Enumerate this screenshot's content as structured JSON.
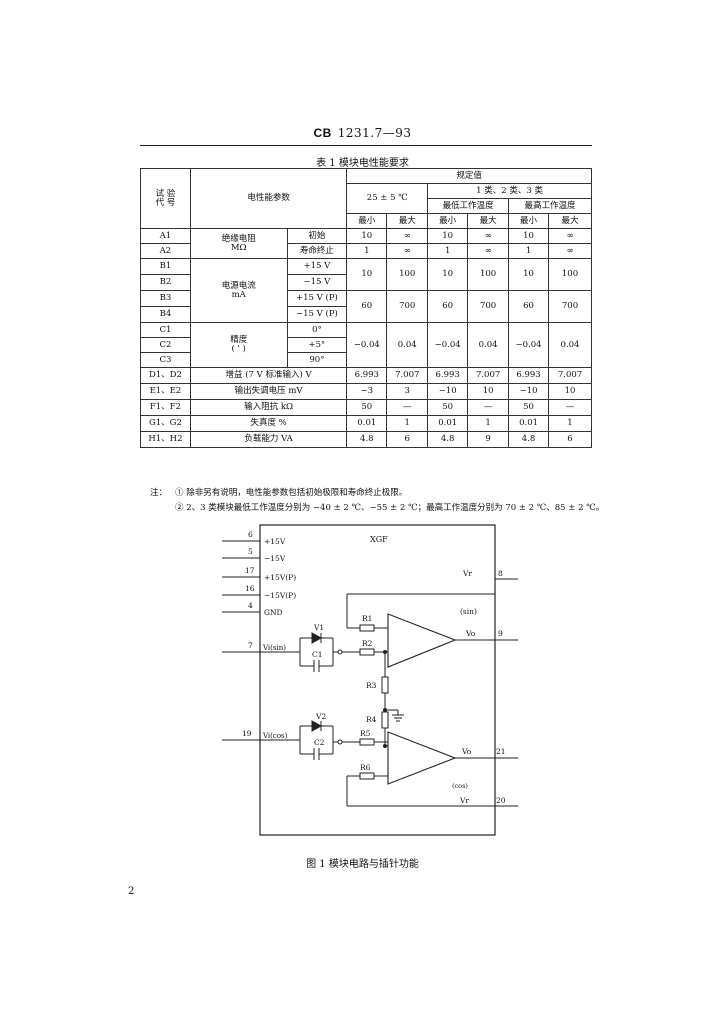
{
  "header": {
    "code": "CB",
    "number": "1231.7—93"
  },
  "table": {
    "title": "表 1   模块电性能要求",
    "head": {
      "code_label": "试 验\n代 号",
      "param_label": "电性能参数",
      "spec_label": "规定值",
      "temp_25": "25 ± 5 ℃",
      "class_label": "1 类、2 类、3 类",
      "min_temp": "最低工作温度",
      "max_temp": "最高工作温度",
      "min": "最小",
      "max": "最大"
    },
    "groups": {
      "insulation": "绝缘电阻\nMΩ",
      "current": "电源电流\nmA",
      "accuracy": "精度\n(  ' )"
    },
    "rows": [
      {
        "code": "A1",
        "sub": "初始",
        "vals": [
          "10",
          "∞",
          "10",
          "∞",
          "10",
          "∞"
        ]
      },
      {
        "code": "A2",
        "sub": "寿命终止",
        "vals": [
          "1",
          "∞",
          "1",
          "∞",
          "1",
          "∞"
        ]
      },
      {
        "code": "B1",
        "sub": "+15 V"
      },
      {
        "code": "B2",
        "sub": "−15 V"
      },
      {
        "code": "B3",
        "sub": "+15 V (P)"
      },
      {
        "code": "B4",
        "sub": "−15 V (P)"
      },
      {
        "code": "C1",
        "sub": "0°"
      },
      {
        "code": "C2",
        "sub": "+5°"
      },
      {
        "code": "C3",
        "sub": "90°"
      },
      {
        "code": "D1、D2",
        "param": "增益 (7 V 标准输入)   V",
        "vals": [
          "6.993",
          "7.007",
          "6.993",
          "7.007",
          "6.993",
          "7.007"
        ]
      },
      {
        "code": "E1、E2",
        "param": "输出失调电压   mV",
        "vals": [
          "−3",
          "3",
          "−10",
          "10",
          "−10",
          "10"
        ]
      },
      {
        "code": "F1、F2",
        "param": "输入阻抗   kΩ",
        "vals": [
          "50",
          "—",
          "50",
          "—",
          "50",
          "—"
        ]
      },
      {
        "code": "G1、G2",
        "param": "失真度   %",
        "vals": [
          "0.01",
          "1",
          "0.01",
          "1",
          "0.01",
          "1"
        ]
      },
      {
        "code": "H1、H2",
        "param": "负载能力   VA",
        "vals": [
          "4.8",
          "6",
          "4.8",
          "9",
          "4.8",
          "6"
        ]
      }
    ],
    "merged": {
      "b12": [
        "10",
        "100",
        "10",
        "100",
        "10",
        "100"
      ],
      "b34": [
        "60",
        "700",
        "60",
        "700",
        "60",
        "700"
      ],
      "c": [
        "−0.04",
        "0.04",
        "−0.04",
        "0.04",
        "−0.04",
        "0.04"
      ]
    }
  },
  "notes": {
    "label": "注：",
    "n1": "①  除非另有说明，电性能参数包括初始极限和寿命终止极限。",
    "n2": "②  2、3 类模块最低工作温度分别为 −40 ± 2 ℃、−55 ± 2 ℃；最高工作温度分别为 70 ± 2 ℃、85 ± 2 ℃。"
  },
  "circuit": {
    "module": "XGF",
    "pins_left": [
      {
        "num": "6",
        "label": "+15V"
      },
      {
        "num": "5",
        "label": "−15V"
      },
      {
        "num": "17",
        "label": "+15V(P)"
      },
      {
        "num": "16",
        "label": "−15V(P)"
      },
      {
        "num": "4",
        "label": "GND"
      },
      {
        "num": "7",
        "label": "Vi(sin)"
      },
      {
        "num": "19",
        "label": "Vi(cos)"
      }
    ],
    "pins_right": [
      {
        "num": "8",
        "label": "Vr"
      },
      {
        "num": "9",
        "label": "Vo"
      },
      {
        "num": "21",
        "label": "Vo"
      },
      {
        "num": "20",
        "label": "Vr"
      }
    ],
    "channel_sin": "(sin)",
    "channel_cos": "(cos)",
    "components": [
      "V1",
      "C1",
      "R1",
      "R2",
      "R3",
      "R4",
      "V2",
      "C2",
      "R5",
      "R6"
    ]
  },
  "figure": {
    "caption": "图 1   模块电路与插针功能"
  },
  "page": {
    "number": "2"
  }
}
